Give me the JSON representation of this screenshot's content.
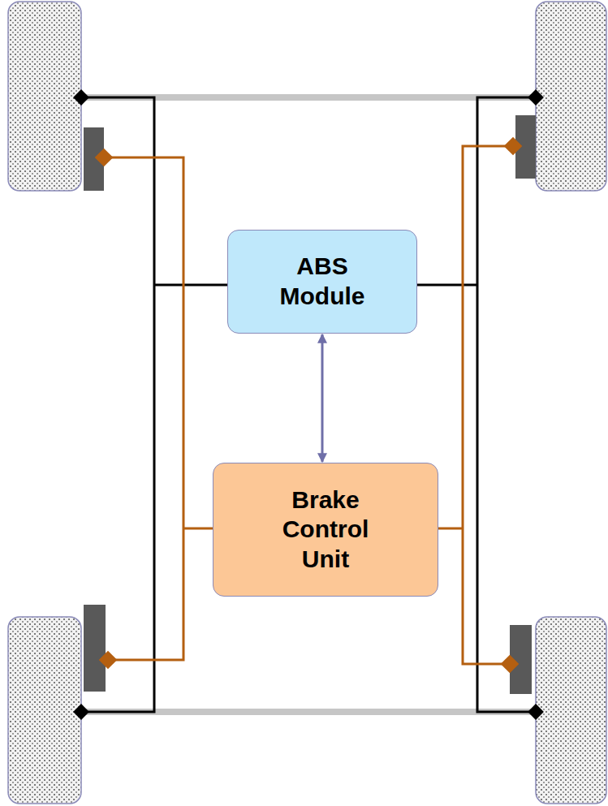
{
  "diagram": {
    "nodes": [
      {
        "text": [
          "ABS Module"
        ]
      },
      {
        "text": [
          "Brake Control Unit"
        ]
      }
    ],
    "edges": [
      {
        "from": 0,
        "to": 1,
        "arrow": "both"
      }
    ]
  }
}
